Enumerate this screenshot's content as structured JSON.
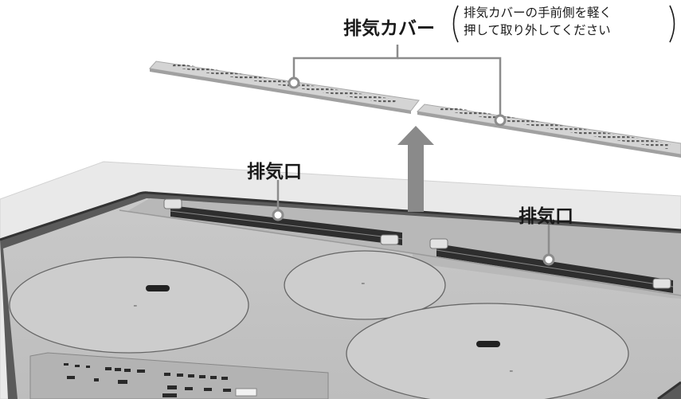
{
  "labels": {
    "exhaust_cover": "排気カバー",
    "cover_note_line1": "排気カバーの手前側を軽く",
    "cover_note_line2": "押して取り外してください",
    "vent_left": "排気口",
    "vent_right": "排気口"
  },
  "colors": {
    "background": "#ffffff",
    "counter": "#e9e9e9",
    "counter_edge": "#cfcfcf",
    "cooktop": "#c4c4c4",
    "cooktop_rim": "#4a4a4a",
    "vent_strip": "#2e2e2e",
    "cover": "#d4d4d4",
    "leader": "#8c8c8c",
    "arrow": "#8a8a8a",
    "text": "#1a1a1a"
  }
}
